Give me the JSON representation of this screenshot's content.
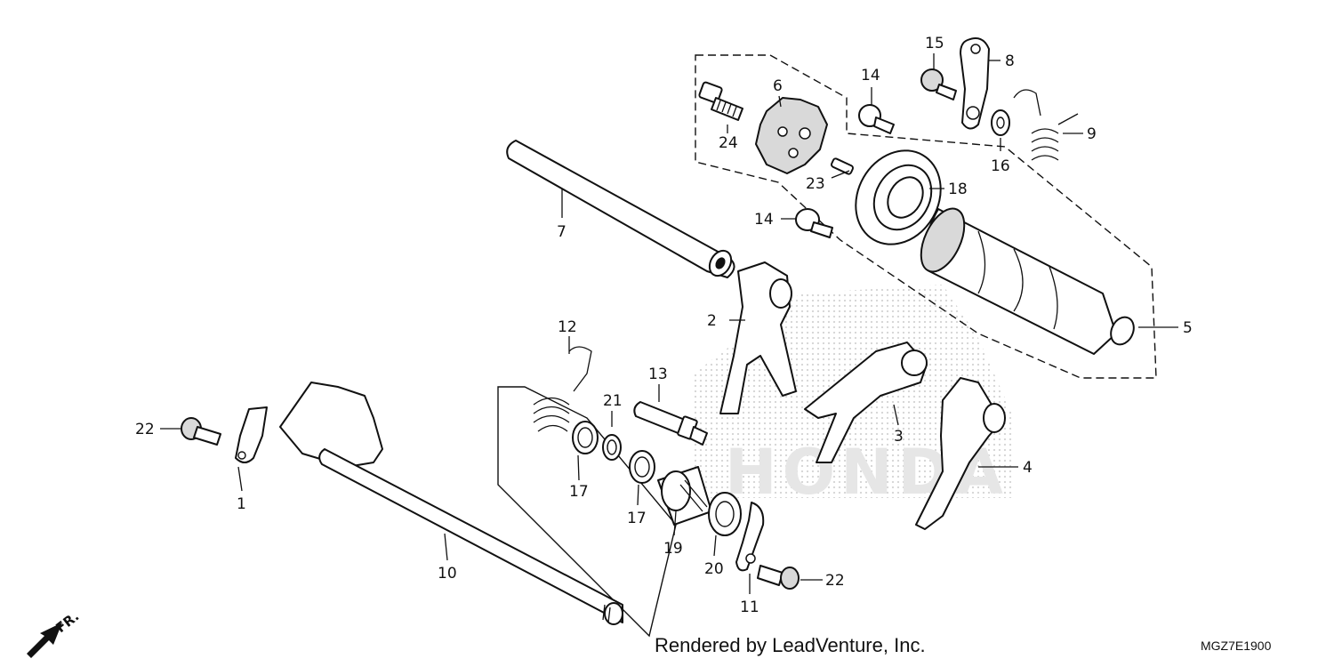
{
  "diagram": {
    "footer_credit": "Rendered by LeadVenture, Inc.",
    "diagram_code": "MGZ7E1900",
    "direction_label": "FR.",
    "watermark_text": "HONDA",
    "callouts": [
      {
        "id": "1",
        "label": "1"
      },
      {
        "id": "2",
        "label": "2"
      },
      {
        "id": "3",
        "label": "3"
      },
      {
        "id": "4",
        "label": "4"
      },
      {
        "id": "5",
        "label": "5"
      },
      {
        "id": "6",
        "label": "6"
      },
      {
        "id": "7",
        "label": "7"
      },
      {
        "id": "8",
        "label": "8"
      },
      {
        "id": "9",
        "label": "9"
      },
      {
        "id": "10",
        "label": "10"
      },
      {
        "id": "11",
        "label": "11"
      },
      {
        "id": "12",
        "label": "12"
      },
      {
        "id": "13",
        "label": "13"
      },
      {
        "id": "14a",
        "label": "14"
      },
      {
        "id": "14b",
        "label": "14"
      },
      {
        "id": "15",
        "label": "15"
      },
      {
        "id": "16",
        "label": "16"
      },
      {
        "id": "17a",
        "label": "17"
      },
      {
        "id": "17b",
        "label": "17"
      },
      {
        "id": "18",
        "label": "18"
      },
      {
        "id": "19",
        "label": "19"
      },
      {
        "id": "20",
        "label": "20"
      },
      {
        "id": "21",
        "label": "21"
      },
      {
        "id": "22a",
        "label": "22"
      },
      {
        "id": "22b",
        "label": "22"
      },
      {
        "id": "23",
        "label": "23"
      },
      {
        "id": "24",
        "label": "24"
      }
    ]
  }
}
